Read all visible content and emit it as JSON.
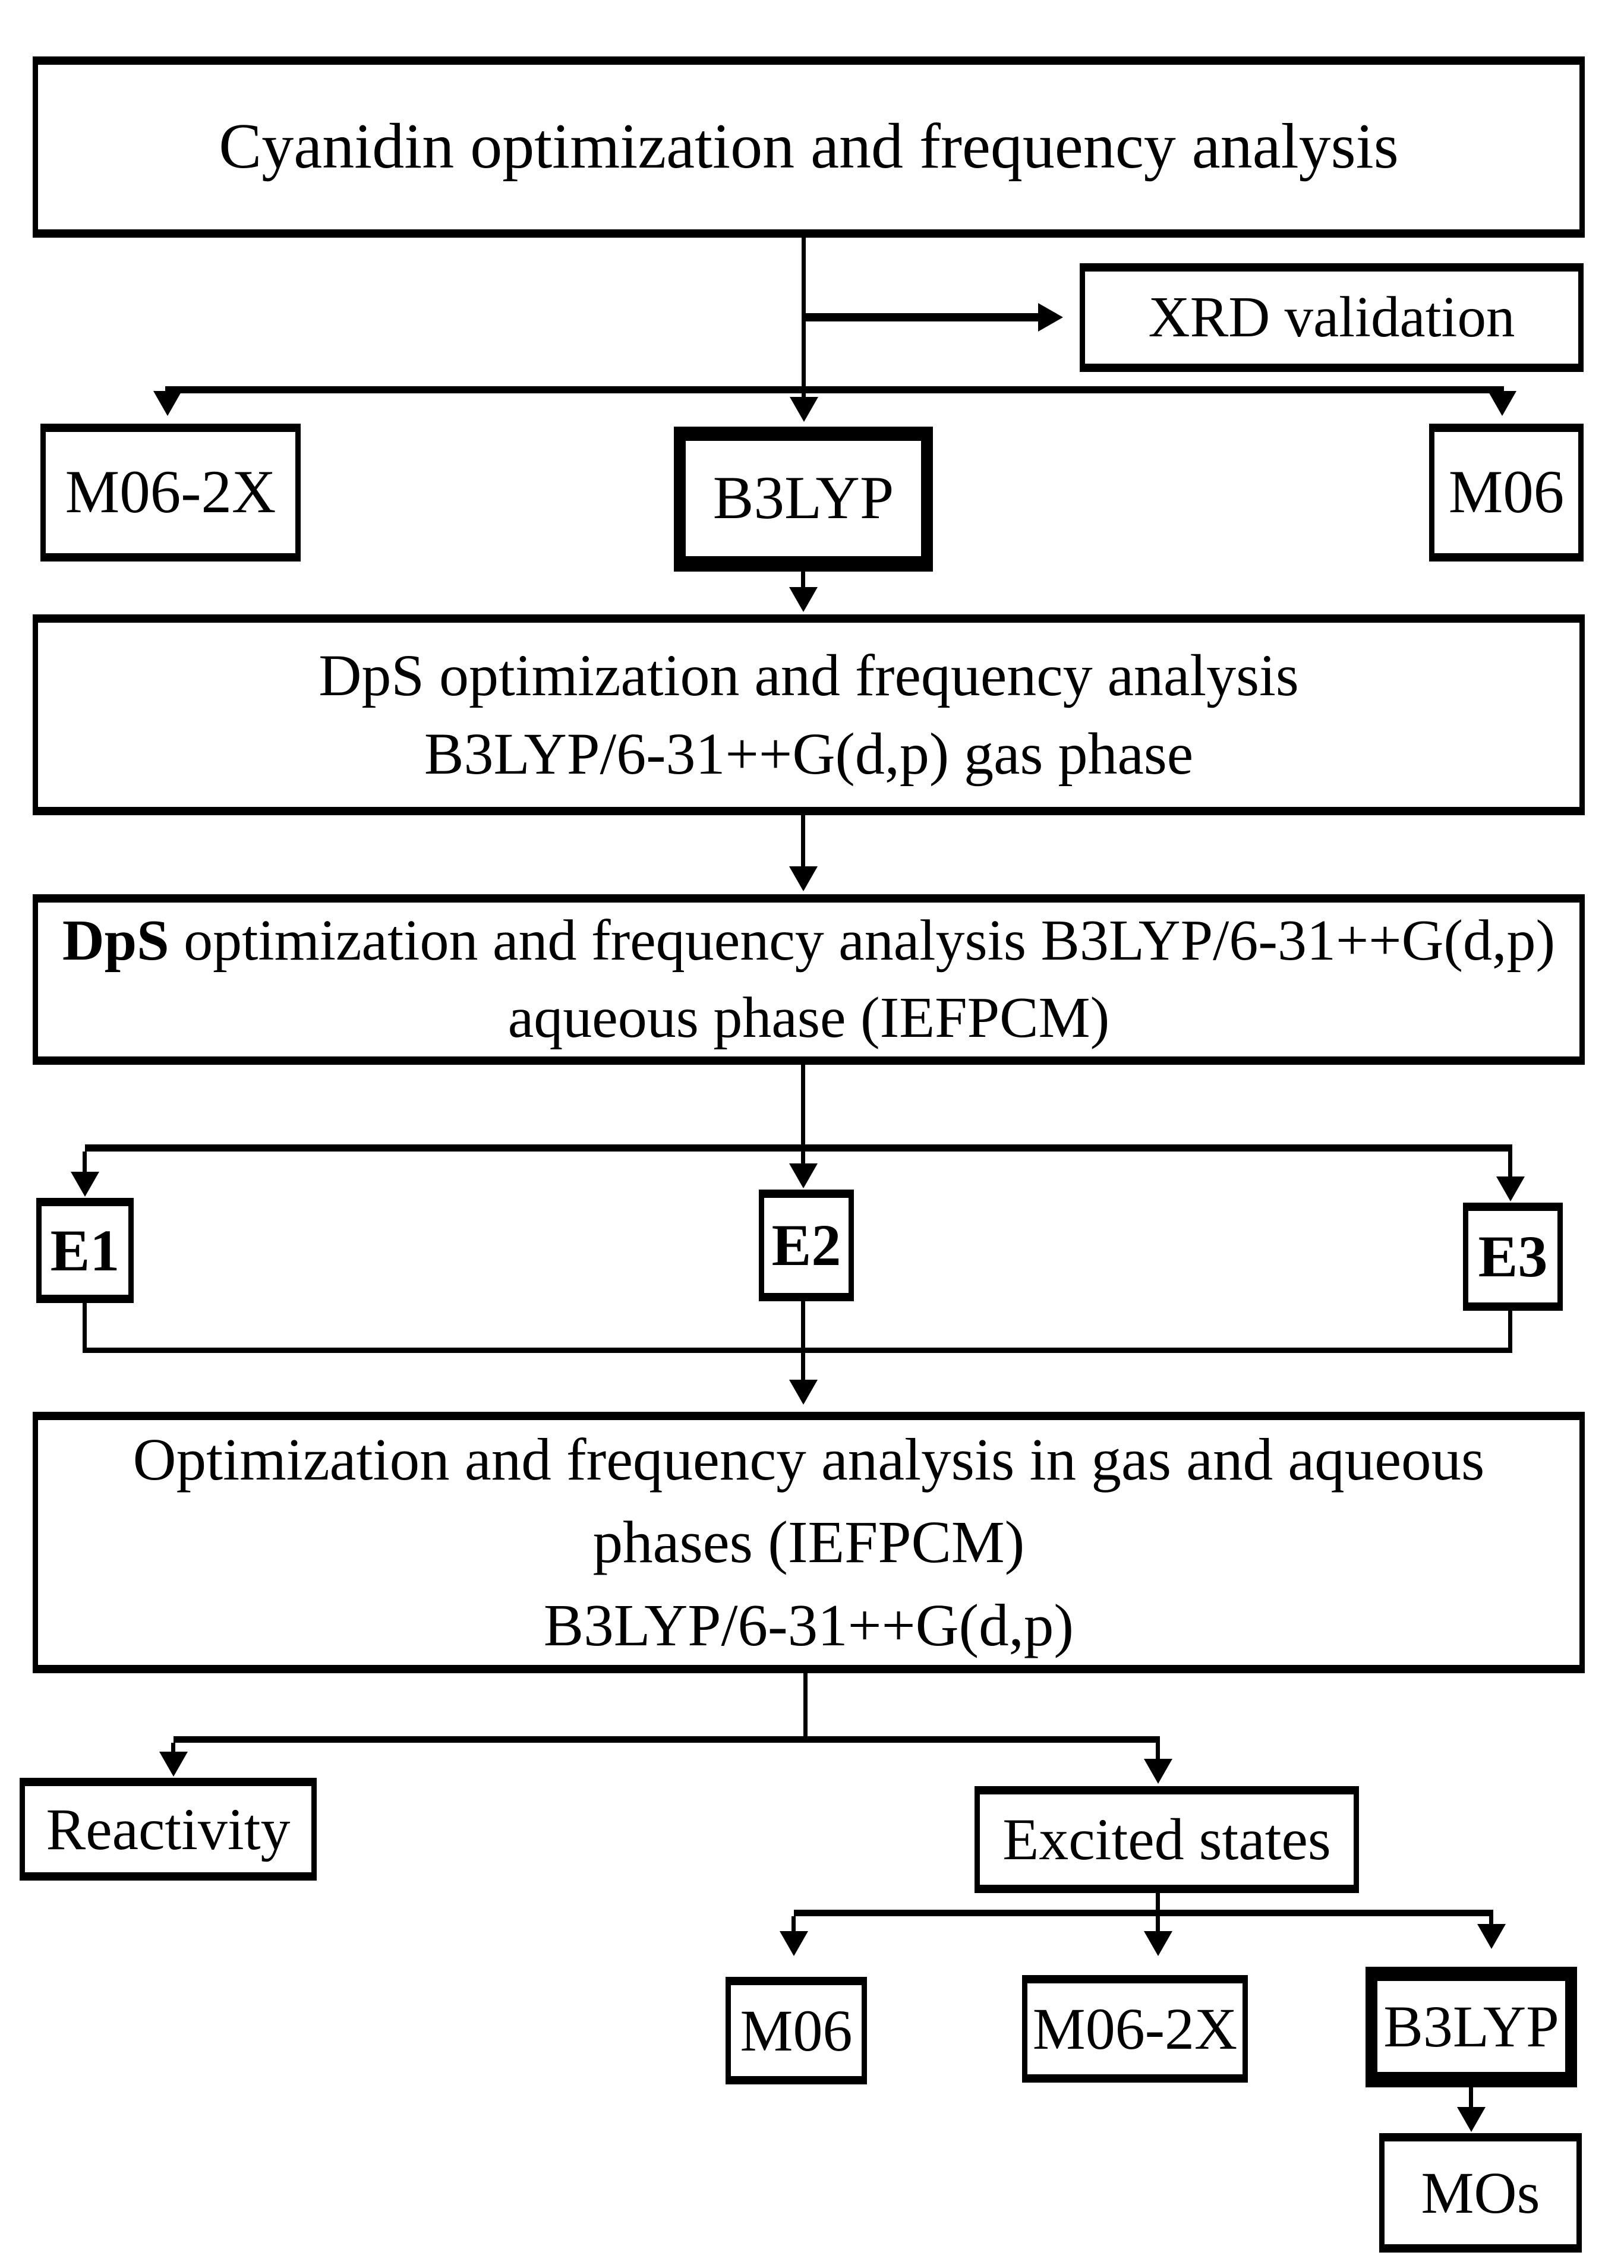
{
  "figure": {
    "type": "flowchart",
    "background": "#ffffff",
    "line_color": "#000000",
    "text_color": "#000000"
  },
  "nodes": {
    "cyanidin": {
      "label": "Cyanidin optimization and frequency analysis"
    },
    "xrd": {
      "label": "XRD validation"
    },
    "m06_2x_top": {
      "label": "M06-2X"
    },
    "b3lyp_top": {
      "label": "B3LYP",
      "highlighted": "thick-border"
    },
    "m06_top": {
      "label": "M06"
    },
    "dps_gas": {
      "line1": "DpS optimization and frequency analysis",
      "line2": "B3LYP/6-31++G(d,p) gas phase"
    },
    "dps_aqueous": {
      "line1_bold": "DpS",
      "line1_rest": " optimization and frequency analysis B3LYP/6-31++G(d,p)",
      "line2": "aqueous phase (IEFPCM)"
    },
    "e1": {
      "label": "E1"
    },
    "e2": {
      "label": "E2"
    },
    "e3": {
      "label": "E3"
    },
    "opt_gas_aqueous": {
      "line1": "Optimization and frequency analysis in gas and aqueous",
      "line2": "phases (IEFPCM)",
      "line3": "B3LYP/6-31++G(d,p)"
    },
    "reactivity": {
      "label": "Reactivity"
    },
    "excited_states": {
      "label": "Excited states"
    },
    "m06_bottom": {
      "label": "M06"
    },
    "m06_2x_bottom": {
      "label": "M06-2X"
    },
    "b3lyp_bottom": {
      "label": "B3LYP",
      "highlighted": "thick-border"
    },
    "mos": {
      "label": "MOs"
    }
  },
  "edges": [
    {
      "from": "cyanidin",
      "to": "xrd"
    },
    {
      "from": "cyanidin",
      "to": "m06_2x_top"
    },
    {
      "from": "cyanidin",
      "to": "b3lyp_top"
    },
    {
      "from": "cyanidin",
      "to": "m06_top"
    },
    {
      "from": "b3lyp_top",
      "to": "dps_gas"
    },
    {
      "from": "dps_gas",
      "to": "dps_aqueous"
    },
    {
      "from": "dps_aqueous",
      "to": "e1"
    },
    {
      "from": "dps_aqueous",
      "to": "e2"
    },
    {
      "from": "dps_aqueous",
      "to": "e3"
    },
    {
      "from": "e1",
      "to": "opt_gas_aqueous"
    },
    {
      "from": "e2",
      "to": "opt_gas_aqueous"
    },
    {
      "from": "e3",
      "to": "opt_gas_aqueous"
    },
    {
      "from": "opt_gas_aqueous",
      "to": "reactivity"
    },
    {
      "from": "opt_gas_aqueous",
      "to": "excited_states"
    },
    {
      "from": "excited_states",
      "to": "m06_bottom"
    },
    {
      "from": "excited_states",
      "to": "m06_2x_bottom"
    },
    {
      "from": "excited_states",
      "to": "b3lyp_bottom"
    },
    {
      "from": "b3lyp_bottom",
      "to": "mos"
    }
  ]
}
